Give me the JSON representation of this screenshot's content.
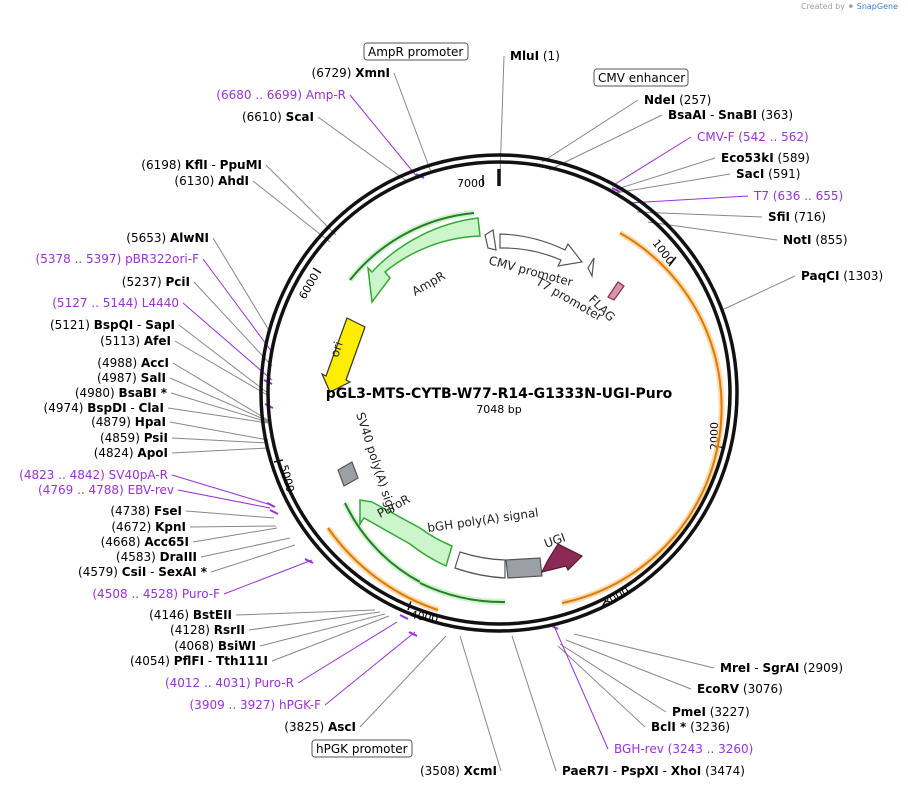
{
  "credit": {
    "prefix": "Created by",
    "brand": "SnapGene"
  },
  "plasmid": {
    "name": "pGL3-MTS-CYTB-W77-R14-G1333N-UGI-Puro",
    "size_label": "7048 bp"
  },
  "ticks": [
    {
      "label": "7000"
    },
    {
      "label": "1000"
    },
    {
      "label": "2000"
    },
    {
      "label": "3000"
    },
    {
      "label": "4000"
    },
    {
      "label": "5000"
    },
    {
      "label": "6000"
    }
  ],
  "boxed_labels": [
    {
      "label": "AmpR promoter"
    },
    {
      "label": "CMV enhancer"
    },
    {
      "label": "hPGK promoter"
    }
  ],
  "features": [
    {
      "label": "AmpR"
    },
    {
      "label": "ori"
    },
    {
      "label": "CMV promoter"
    },
    {
      "label": "T7 promoter"
    },
    {
      "label": "FLAG"
    },
    {
      "label": "SV40 poly(A) signal"
    },
    {
      "label": "PuroR"
    },
    {
      "label": "bGH poly(A) signal"
    },
    {
      "label": "UGI"
    }
  ],
  "right_labels": [
    {
      "name": "MluI",
      "pos": "(1)"
    },
    {
      "name": "NdeI",
      "pos": "(257)"
    },
    {
      "name": "BsaAI",
      "sep": " - ",
      "name2": "SnaBI",
      "pos": "(363)"
    },
    {
      "primer": true,
      "name": "CMV-F",
      "pos": "(542 .. 562)"
    },
    {
      "name": "Eco53kI",
      "pos": "(589)"
    },
    {
      "name": "SacI",
      "pos": "(591)"
    },
    {
      "primer": true,
      "name": "T7",
      "pos": "(636 .. 655)"
    },
    {
      "name": "SfiI",
      "pos": "(716)"
    },
    {
      "name": "NotI",
      "pos": "(855)"
    },
    {
      "name": "PaqCI",
      "pos": "(1303)"
    },
    {
      "name": "MreI",
      "sep": " - ",
      "name2": "SgrAI",
      "pos": "(2909)"
    },
    {
      "name": "EcoRV",
      "pos": "(3076)"
    },
    {
      "name": "PmeI",
      "pos": "(3227)"
    },
    {
      "name": "BclI *",
      "pos": "(3236)"
    },
    {
      "primer": true,
      "name": "BGH-rev",
      "pos": "(3243 .. 3260)"
    },
    {
      "name": "PaeR7I",
      "sep": " - ",
      "name2": "PspXI",
      "sep2": " - ",
      "name3": "XhoI",
      "pos": "(3474)"
    }
  ],
  "left_labels": [
    {
      "name": "XmnI",
      "pos": "(6729)"
    },
    {
      "primer": true,
      "name": "Amp-R",
      "pos": "(6680 .. 6699)"
    },
    {
      "name": "ScaI",
      "pos": "(6610)"
    },
    {
      "name": "KflI",
      "sep": " - ",
      "name2": "PpuMI",
      "pos": "(6198)"
    },
    {
      "name": "AhdI",
      "pos": "(6130)"
    },
    {
      "name": "AlwNI",
      "pos": "(5653)"
    },
    {
      "primer": true,
      "name": "pBR322ori-F",
      "pos": "(5378 .. 5397)"
    },
    {
      "name": "PciI",
      "pos": "(5237)"
    },
    {
      "primer": true,
      "name": "L4440",
      "pos": "(5127 .. 5144)"
    },
    {
      "name": "BspQI",
      "sep": " - ",
      "name2": "SapI",
      "pos": "(5121)"
    },
    {
      "name": "AfeI",
      "pos": "(5113)"
    },
    {
      "name": "AccI",
      "pos": "(4988)"
    },
    {
      "name": "SalI",
      "pos": "(4987)"
    },
    {
      "name": "BsaBI *",
      "pos": "(4980)"
    },
    {
      "name": "BspDI",
      "sep": " - ",
      "name2": "ClaI",
      "pos": "(4974)"
    },
    {
      "name": "HpaI",
      "pos": "(4879)"
    },
    {
      "name": "PsiI",
      "pos": "(4859)"
    },
    {
      "name": "ApoI",
      "pos": "(4824)"
    },
    {
      "primer": true,
      "name": "SV40pA-R",
      "pos": "(4823 .. 4842)"
    },
    {
      "primer": true,
      "name": "EBV-rev",
      "pos": "(4769 .. 4788)"
    },
    {
      "name": "FseI",
      "pos": "(4738)"
    },
    {
      "name": "KpnI",
      "pos": "(4672)"
    },
    {
      "name": "Acc65I",
      "pos": "(4668)"
    },
    {
      "name": "DraIII",
      "pos": "(4583)"
    },
    {
      "name": "CsiI",
      "sep": " - ",
      "name2": "SexAI *",
      "pos": "(4579)"
    },
    {
      "primer": true,
      "name": "Puro-F",
      "pos": "(4508 .. 4528)"
    },
    {
      "name": "BstEII",
      "pos": "(4146)"
    },
    {
      "name": "RsrII",
      "pos": "(4128)"
    },
    {
      "name": "BsiWI",
      "pos": "(4068)"
    },
    {
      "name": "PflFI",
      "sep": " - ",
      "name2": "Tth111I",
      "pos": "(4054)"
    },
    {
      "primer": true,
      "name": "Puro-R",
      "pos": "(4012 .. 4031)"
    },
    {
      "primer": true,
      "name": "hPGK-F",
      "pos": "(3909 .. 3927)"
    },
    {
      "name": "AscI",
      "pos": "(3825)"
    },
    {
      "name": "XcmI",
      "pos": "(3508)"
    }
  ],
  "colors": {
    "backbone": "#111111",
    "primer": "#9b30d9",
    "orf_fill": "#ccf5cc",
    "orf_stroke": "#33aa33",
    "ori": "#ffee00",
    "ugi": "#8b2a55",
    "polyA": "#9aa0a6",
    "orange_band": "#f0a030"
  }
}
